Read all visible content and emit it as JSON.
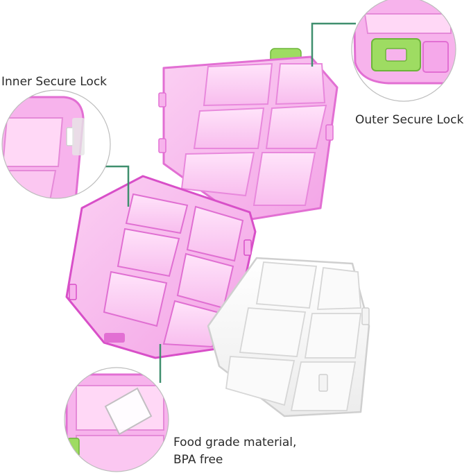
{
  "callouts": {
    "inner_lock": "Inner Secure Lock",
    "outer_lock": "Outer Secure Lock",
    "material_line1": "Food grade material,",
    "material_line2": "BPA free"
  },
  "colors": {
    "case_pink": "#f7b3ec",
    "case_edge": "#e26fd3",
    "case_deep": "#d84fc8",
    "latch_green": "#9edc62",
    "leader_line": "#3f8f6e",
    "clear_tray_edge": "#cfcfcf"
  }
}
